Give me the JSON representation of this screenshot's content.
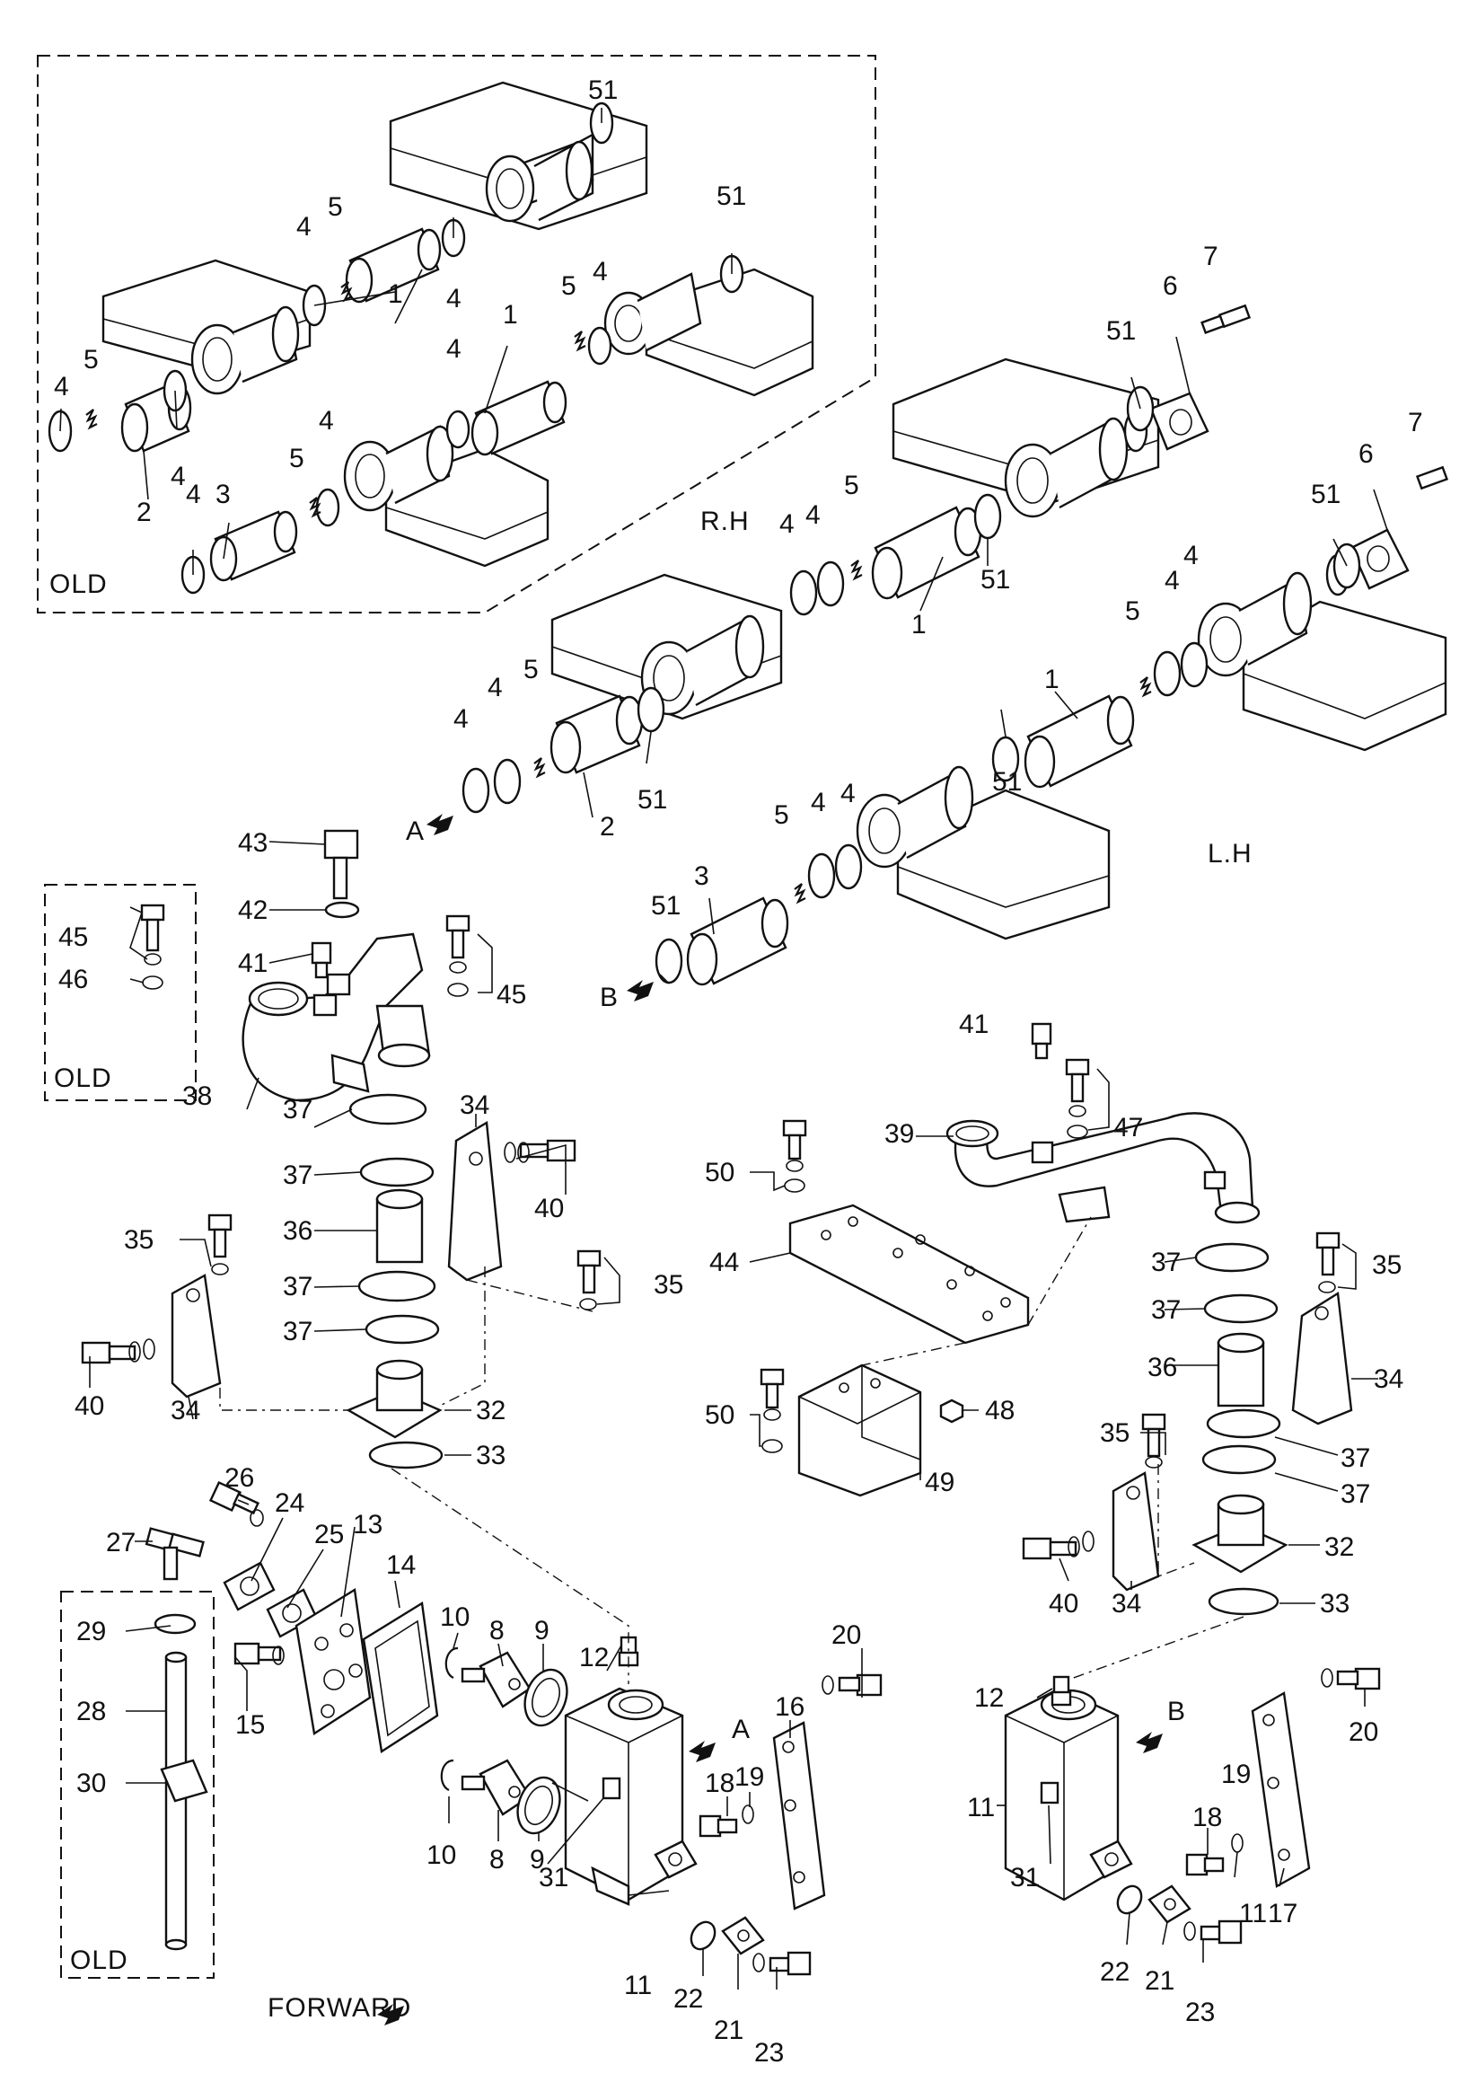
{
  "labels": {
    "rh": "R.H",
    "lh": "L.H",
    "old": "OLD",
    "forward": "FORWARD",
    "view_a": "A",
    "view_b": "B"
  },
  "callouts": [
    {
      "id": "c-51-a",
      "text": "51"
    },
    {
      "id": "c-51-b",
      "text": "51"
    },
    {
      "id": "c-51-c",
      "text": "51"
    },
    {
      "id": "c-51-d",
      "text": "51"
    },
    {
      "id": "c-51-e",
      "text": "51"
    },
    {
      "id": "c-51-f",
      "text": "51"
    },
    {
      "id": "c-51-g",
      "text": "51"
    },
    {
      "id": "c-51-h",
      "text": "51"
    },
    {
      "id": "c-4-a",
      "text": "4"
    },
    {
      "id": "c-4-b",
      "text": "4"
    },
    {
      "id": "c-4-c",
      "text": "4"
    },
    {
      "id": "c-4-d",
      "text": "4"
    },
    {
      "id": "c-4-e",
      "text": "4"
    },
    {
      "id": "c-4-f",
      "text": "4"
    },
    {
      "id": "c-4-g",
      "text": "4"
    },
    {
      "id": "c-4-h",
      "text": "4"
    },
    {
      "id": "c-4-i",
      "text": "4"
    },
    {
      "id": "c-4-j",
      "text": "4"
    },
    {
      "id": "c-4-k",
      "text": "4"
    },
    {
      "id": "c-4-l",
      "text": "4"
    },
    {
      "id": "c-4-m",
      "text": "4"
    },
    {
      "id": "c-4-n",
      "text": "4"
    },
    {
      "id": "c-4-o",
      "text": "4"
    },
    {
      "id": "c-4-p",
      "text": "4"
    },
    {
      "id": "c-5-a",
      "text": "5"
    },
    {
      "id": "c-5-b",
      "text": "5"
    },
    {
      "id": "c-5-c",
      "text": "5"
    },
    {
      "id": "c-5-d",
      "text": "5"
    },
    {
      "id": "c-5-e",
      "text": "5"
    },
    {
      "id": "c-5-f",
      "text": "5"
    },
    {
      "id": "c-5-g",
      "text": "5"
    },
    {
      "id": "c-5-h",
      "text": "5"
    },
    {
      "id": "c-1-a",
      "text": "1"
    },
    {
      "id": "c-1-b",
      "text": "1"
    },
    {
      "id": "c-1-c",
      "text": "1"
    },
    {
      "id": "c-1-d",
      "text": "1"
    },
    {
      "id": "c-2-a",
      "text": "2"
    },
    {
      "id": "c-2-b",
      "text": "2"
    },
    {
      "id": "c-3-a",
      "text": "3"
    },
    {
      "id": "c-3-b",
      "text": "3"
    },
    {
      "id": "c-6-a",
      "text": "6"
    },
    {
      "id": "c-6-b",
      "text": "6"
    },
    {
      "id": "c-7-a",
      "text": "7"
    },
    {
      "id": "c-7-b",
      "text": "7"
    },
    {
      "id": "c-43",
      "text": "43"
    },
    {
      "id": "c-42",
      "text": "42"
    },
    {
      "id": "c-41-a",
      "text": "41"
    },
    {
      "id": "c-41-b",
      "text": "41"
    },
    {
      "id": "c-45-a",
      "text": "45"
    },
    {
      "id": "c-45-b",
      "text": "45"
    },
    {
      "id": "c-46",
      "text": "46"
    },
    {
      "id": "c-38",
      "text": "38"
    },
    {
      "id": "c-39",
      "text": "39"
    },
    {
      "id": "c-37-a",
      "text": "37"
    },
    {
      "id": "c-37-b",
      "text": "37"
    },
    {
      "id": "c-37-c",
      "text": "37"
    },
    {
      "id": "c-37-d",
      "text": "37"
    },
    {
      "id": "c-37-e",
      "text": "37"
    },
    {
      "id": "c-37-f",
      "text": "37"
    },
    {
      "id": "c-37-g",
      "text": "37"
    },
    {
      "id": "c-37-h",
      "text": "37"
    },
    {
      "id": "c-36-a",
      "text": "36"
    },
    {
      "id": "c-36-b",
      "text": "36"
    },
    {
      "id": "c-35-a",
      "text": "35"
    },
    {
      "id": "c-35-b",
      "text": "35"
    },
    {
      "id": "c-35-c",
      "text": "35"
    },
    {
      "id": "c-35-d",
      "text": "35"
    },
    {
      "id": "c-34-a",
      "text": "34"
    },
    {
      "id": "c-34-b",
      "text": "34"
    },
    {
      "id": "c-34-c",
      "text": "34"
    },
    {
      "id": "c-34-d",
      "text": "34"
    },
    {
      "id": "c-40-a",
      "text": "40"
    },
    {
      "id": "c-40-b",
      "text": "40"
    },
    {
      "id": "c-40-c",
      "text": "40"
    },
    {
      "id": "c-32-a",
      "text": "32"
    },
    {
      "id": "c-32-b",
      "text": "32"
    },
    {
      "id": "c-33-a",
      "text": "33"
    },
    {
      "id": "c-33-b",
      "text": "33"
    },
    {
      "id": "c-47",
      "text": "47"
    },
    {
      "id": "c-50-a",
      "text": "50"
    },
    {
      "id": "c-50-b",
      "text": "50"
    },
    {
      "id": "c-44",
      "text": "44"
    },
    {
      "id": "c-48",
      "text": "48"
    },
    {
      "id": "c-49",
      "text": "49"
    },
    {
      "id": "c-26",
      "text": "26"
    },
    {
      "id": "c-24",
      "text": "24"
    },
    {
      "id": "c-25",
      "text": "25"
    },
    {
      "id": "c-27",
      "text": "27"
    },
    {
      "id": "c-13",
      "text": "13"
    },
    {
      "id": "c-14",
      "text": "14"
    },
    {
      "id": "c-10-a",
      "text": "10"
    },
    {
      "id": "c-10-b",
      "text": "10"
    },
    {
      "id": "c-8-a",
      "text": "8"
    },
    {
      "id": "c-8-b",
      "text": "8"
    },
    {
      "id": "c-9-a",
      "text": "9"
    },
    {
      "id": "c-9-b",
      "text": "9"
    },
    {
      "id": "c-12-a",
      "text": "12"
    },
    {
      "id": "c-12-b",
      "text": "12"
    },
    {
      "id": "c-16",
      "text": "16"
    },
    {
      "id": "c-17",
      "text": "17"
    },
    {
      "id": "c-20-a",
      "text": "20"
    },
    {
      "id": "c-20-b",
      "text": "20"
    },
    {
      "id": "c-18-a",
      "text": "18"
    },
    {
      "id": "c-18-b",
      "text": "18"
    },
    {
      "id": "c-19-a",
      "text": "19"
    },
    {
      "id": "c-19-b",
      "text": "19"
    },
    {
      "id": "c-11-a",
      "text": "11"
    },
    {
      "id": "c-11-b",
      "text": "11"
    },
    {
      "id": "c-11-c",
      "text": "11"
    },
    {
      "id": "c-31-a",
      "text": "31"
    },
    {
      "id": "c-31-b",
      "text": "31"
    },
    {
      "id": "c-22-a",
      "text": "22"
    },
    {
      "id": "c-22-b",
      "text": "22"
    },
    {
      "id": "c-21-a",
      "text": "21"
    },
    {
      "id": "c-21-b",
      "text": "21"
    },
    {
      "id": "c-23-a",
      "text": "23"
    },
    {
      "id": "c-23-b",
      "text": "23"
    },
    {
      "id": "c-29",
      "text": "29"
    },
    {
      "id": "c-28",
      "text": "28"
    },
    {
      "id": "c-30",
      "text": "30"
    },
    {
      "id": "c-15",
      "text": "15"
    }
  ]
}
